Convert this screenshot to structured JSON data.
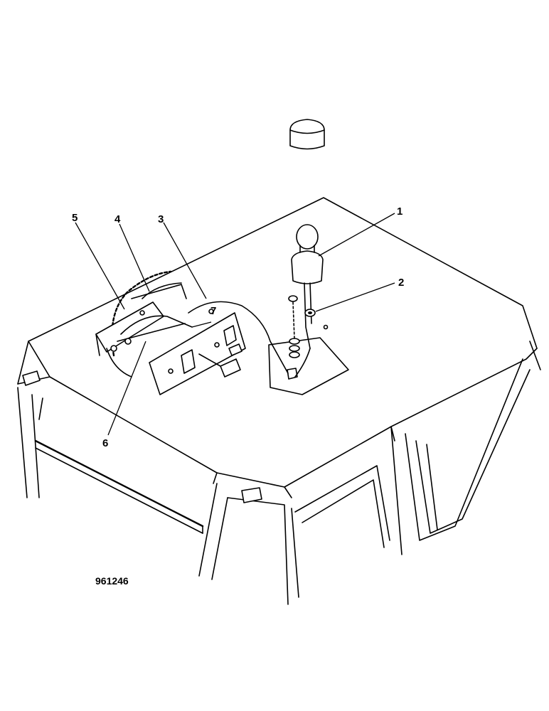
{
  "drawing_number": "961246",
  "callouts": [
    {
      "id": "callout-1",
      "label": "1"
    },
    {
      "id": "callout-2",
      "label": "2"
    },
    {
      "id": "callout-3",
      "label": "3"
    },
    {
      "id": "callout-4",
      "label": "4"
    },
    {
      "id": "callout-5",
      "label": "5"
    },
    {
      "id": "callout-6",
      "label": "6"
    },
    {
      "id": "callout-7",
      "label": "7"
    }
  ]
}
